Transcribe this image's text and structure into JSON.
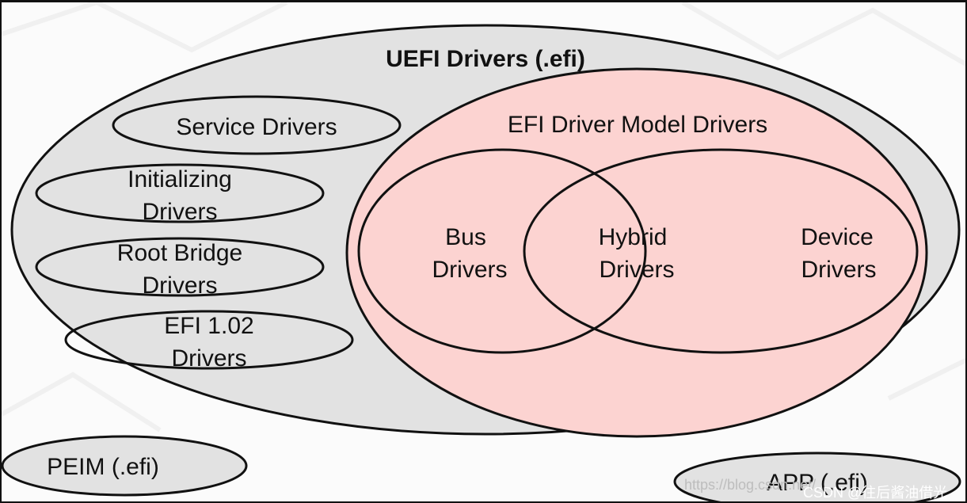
{
  "diagram": {
    "title": "UEFI Drivers (.efi)",
    "model_title": "EFI Driver Model Drivers",
    "service_drivers": "Service Drivers",
    "initializing": [
      "Initializing",
      "Drivers"
    ],
    "root_bridge": [
      "Root Bridge",
      "Drivers"
    ],
    "efi102": [
      "EFI 1.02",
      "Drivers"
    ],
    "bus": [
      "Bus",
      "Drivers"
    ],
    "hybrid": [
      "Hybrid",
      "Drivers"
    ],
    "device": [
      "Device",
      "Drivers"
    ],
    "peim": "PEIM (.efi)",
    "app": "APP (.efi)"
  },
  "watermark": {
    "url": "https://blog.csdn.net/...",
    "credit": "CSDN @往后酱油借光"
  },
  "colors": {
    "outer_fill": "#e2e2e2",
    "model_fill": "#fcd3d1",
    "model_text": "#f26b2b",
    "stroke": "#111111"
  }
}
